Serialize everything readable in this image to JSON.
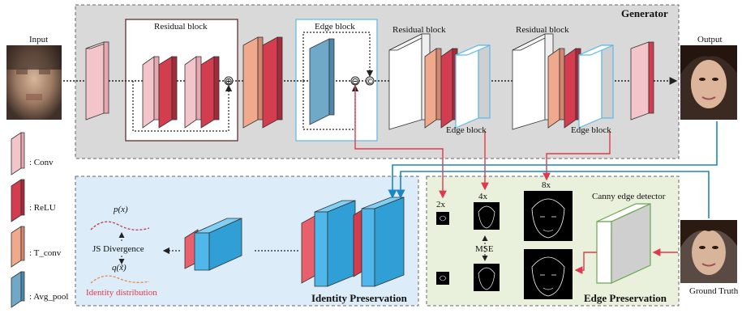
{
  "labels": {
    "input": "Input",
    "output": "Output",
    "ground_truth": "Ground Truth",
    "generator": "Generator",
    "residual_block": "Residual block",
    "edge_block": "Edge block",
    "identity_preservation": "Identity Preservation",
    "edge_preservation": "Edge Preservation",
    "canny_edge_detector": "Canny edge detector",
    "js_divergence": "JS Divergence",
    "identity_distribution": "Identity distribution",
    "px": "p(x)",
    "qx": "q(x̃)",
    "mse": "MSE",
    "scale_2x": "2x",
    "scale_4x": "4x",
    "scale_8x": "8x",
    "oplus": "⊕",
    "ominus": "⊖",
    "concat": "©"
  },
  "legend": [
    {
      "label": ": Conv",
      "color": "#f3c4c9",
      "icon": "conv-icon"
    },
    {
      "label": ": ReLU",
      "color": "#d33d4f",
      "icon": "relu-icon"
    },
    {
      "label": ": T_conv",
      "color": "#f0a98c",
      "icon": "tconv-icon"
    },
    {
      "label": ": Avg_pool",
      "color": "#6fa8c8",
      "icon": "avgpool-icon"
    }
  ],
  "colors": {
    "generator_bg": "#d9d9d9",
    "identity_bg": "#dcecf8",
    "edge_bg": "#e9f1dc",
    "arrow_red": "#e03a4a",
    "arrow_blue": "#1a86c6",
    "edge_outline": "#5bbbe8",
    "residual_outline": "#5a2020",
    "canny_green": "#6aa84f"
  }
}
